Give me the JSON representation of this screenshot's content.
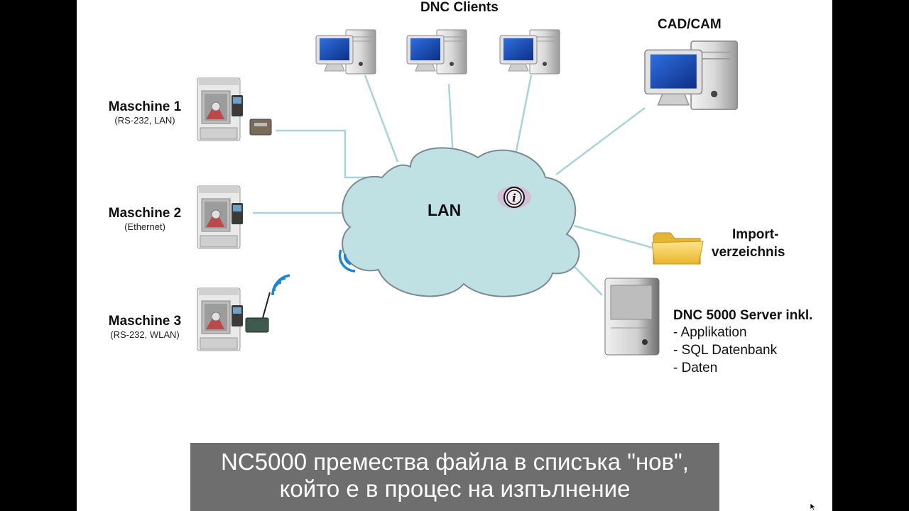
{
  "dnc_clients": {
    "label": "DNC Clients"
  },
  "cadcam": {
    "label": "CAD/CAM"
  },
  "lan": {
    "label": "LAN"
  },
  "machines": [
    {
      "name": "Maschine 1",
      "interface": "(RS-232, LAN)"
    },
    {
      "name": "Maschine 2",
      "interface": "(Ethernet)"
    },
    {
      "name": "Maschine 3",
      "interface": "(RS-232, WLAN)"
    }
  ],
  "import_dir": {
    "line1": "Import-",
    "line2": "verzeichnis"
  },
  "server": {
    "title": "DNC 5000 Server inkl.",
    "items": [
      "- Applikation",
      "- SQL Datenbank",
      "- Daten"
    ]
  },
  "subtitle": {
    "line1": "NC5000 премества файла в списъка \"нов\",",
    "line2": "който е в процес на изпълнение"
  },
  "colors": {
    "link": "#a8d4d6",
    "cloud": "#bfe1e3",
    "cloud_stroke": "#7a8a94",
    "screen": "#1f4fb8",
    "wifi": "#1a86d6",
    "subtitle_bg": "#6e6e6e"
  }
}
